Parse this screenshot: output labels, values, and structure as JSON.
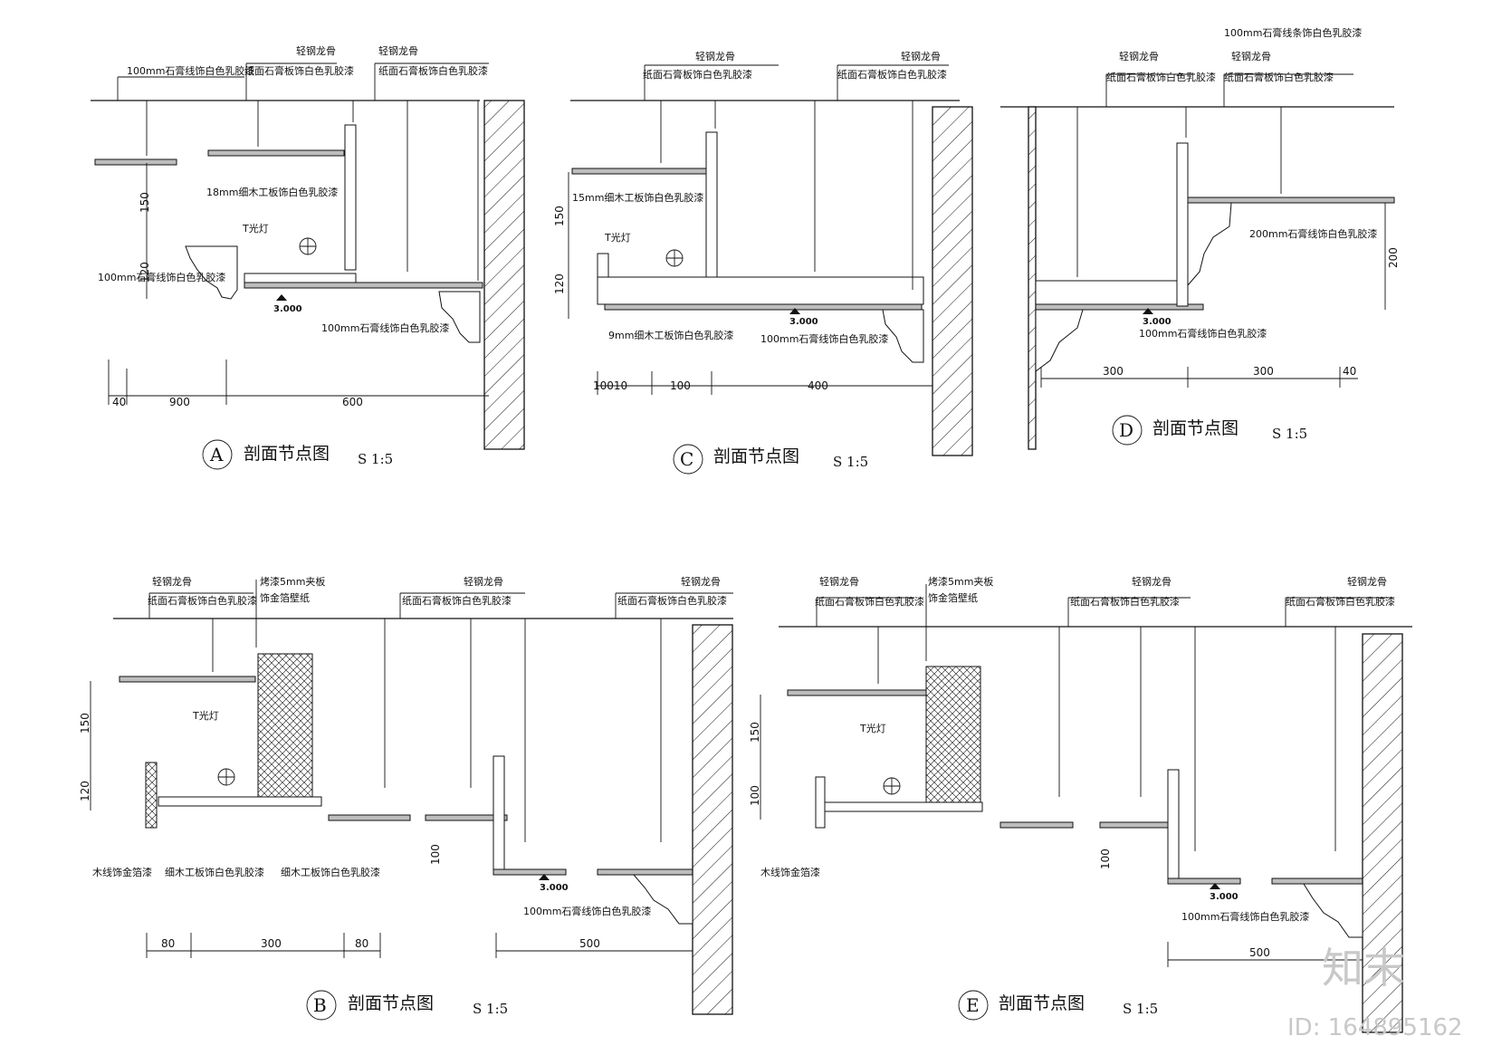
{
  "details": {
    "A": {
      "letter": "A",
      "title": "剖面节点图",
      "scale": "S 1:5",
      "labels": [
        "轻钢龙骨",
        "轻钢龙骨",
        "纸面石膏板饰白色乳胶漆",
        "纸面石膏板饰白色乳胶漆",
        "100mm石膏线饰白色乳胶漆",
        "18mm细木工板饰白色乳胶漆",
        "T光灯",
        "100mm石膏线饰白色乳胶漆",
        "100mm石膏线饰白色乳胶漆"
      ],
      "dims": [
        "150",
        "120",
        "40",
        "900",
        "600"
      ],
      "elevation": "3.000"
    },
    "C": {
      "letter": "C",
      "title": "剖面节点图",
      "scale": "S 1:5",
      "labels": [
        "轻钢龙骨",
        "纸面石膏板饰白色乳胶漆",
        "轻钢龙骨",
        "纸面石膏板饰白色乳胶漆",
        "15mm细木工板饰白色乳胶漆",
        "T光灯",
        "9mm细木工板饰白色乳胶漆",
        "100mm石膏线饰白色乳胶漆"
      ],
      "dims": [
        "150",
        "120",
        "10010",
        "100",
        "400"
      ],
      "elevation": "3.000"
    },
    "D": {
      "letter": "D",
      "title": "剖面节点图",
      "scale": "S 1:5",
      "labels": [
        "100mm石膏线条饰白色乳胶漆",
        "轻钢龙骨",
        "纸面石膏板饰白色乳胶漆",
        "轻钢龙骨",
        "纸面石膏板饰白色乳胶漆",
        "200mm石膏线饰白色乳胶漆",
        "100mm石膏线饰白色乳胶漆"
      ],
      "dims": [
        "200",
        "300",
        "300",
        "40"
      ],
      "elevation": "3.000"
    },
    "B": {
      "letter": "B",
      "title": "剖面节点图",
      "scale": "S 1:5",
      "labels": [
        "轻钢龙骨",
        "纸面石膏板饰白色乳胶漆",
        "烤漆5mm夹板",
        "饰金箔壁纸",
        "轻钢龙骨",
        "纸面石膏板饰白色乳胶漆",
        "轻钢龙骨",
        "纸面石膏板饰白色乳胶漆",
        "T光灯",
        "木线饰金箔漆",
        "细木工板饰白色乳胶漆",
        "细木工板饰白色乳胶漆",
        "100mm石膏线饰白色乳胶漆"
      ],
      "dims": [
        "150",
        "120",
        "100",
        "80",
        "300",
        "80",
        "500"
      ],
      "elevation": "3.000"
    },
    "E": {
      "letter": "E",
      "title": "剖面节点图",
      "scale": "S 1:5",
      "labels": [
        "轻钢龙骨",
        "纸面石膏板饰白色乳胶漆",
        "烤漆5mm夹板",
        "饰金箔壁纸",
        "轻钢龙骨",
        "纸面石膏板饰白色乳胶漆",
        "轻钢龙骨",
        "纸面石膏板饰白色乳胶漆",
        "T光灯",
        "木线饰金箔漆",
        "100mm石膏线饰白色乳胶漆"
      ],
      "dims": [
        "150",
        "100",
        "100",
        "500"
      ],
      "elevation": "3.000"
    }
  },
  "watermark": {
    "logo": "知末",
    "id": "ID: 164895162"
  }
}
